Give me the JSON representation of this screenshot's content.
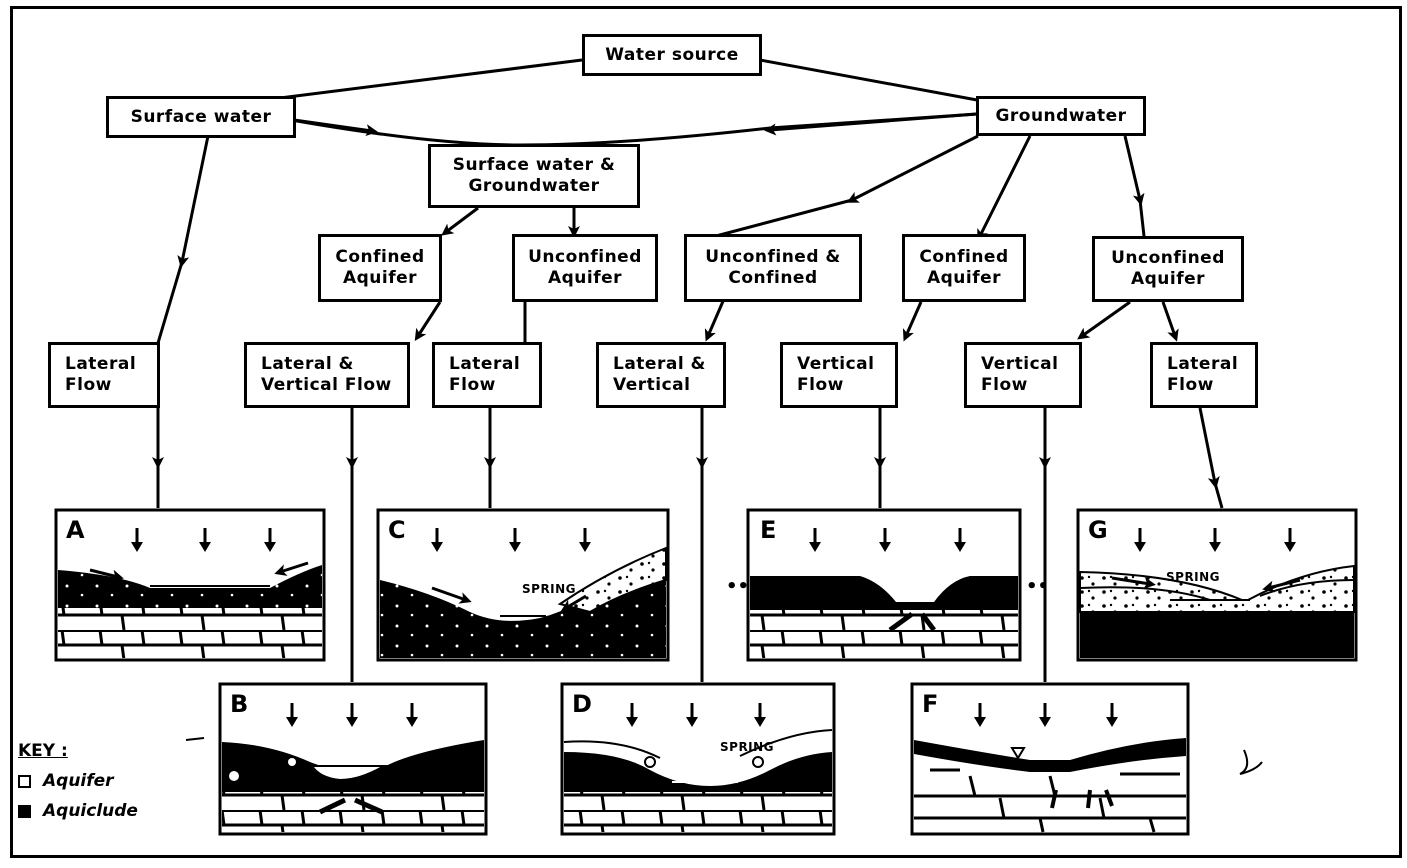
{
  "nodes": {
    "water_source": "Water source",
    "surface_water": "Surface water",
    "groundwater": "Groundwater",
    "sw_gw": [
      "Surface water  &",
      "Groundwater"
    ],
    "confined_1": [
      "Confined",
      "Aquifer"
    ],
    "unconfined_1": [
      "Unconfined",
      "Aquifer"
    ],
    "unconf_conf": [
      "Unconfined  &",
      "Confined"
    ],
    "confined_2": [
      "Confined",
      "Aquifer"
    ],
    "unconfined_2": [
      "Unconfined",
      "Aquifer"
    ],
    "lateral_a": [
      "Lateral",
      "Flow"
    ],
    "lat_vert_b": [
      "Lateral  &",
      "Vertical Flow"
    ],
    "lateral_c": [
      "Lateral",
      "Flow"
    ],
    "lat_vert_d": [
      "Lateral  &",
      "Vertical"
    ],
    "vertical_e": [
      "Vertical",
      "Flow"
    ],
    "vertical_f": [
      "Vertical",
      "Flow"
    ],
    "lateral_g": [
      "Lateral",
      "Flow"
    ]
  },
  "panels": {
    "a": "A",
    "b": "B",
    "c": "C",
    "d": "D",
    "e": "E",
    "f": "F",
    "g": "G",
    "spring": "SPRING"
  },
  "key": {
    "title": "KEY :",
    "aquifer": "Aquifer",
    "aquiclude": "Aquiclude"
  },
  "colors": {
    "ink": "#000000",
    "paper": "#ffffff"
  }
}
